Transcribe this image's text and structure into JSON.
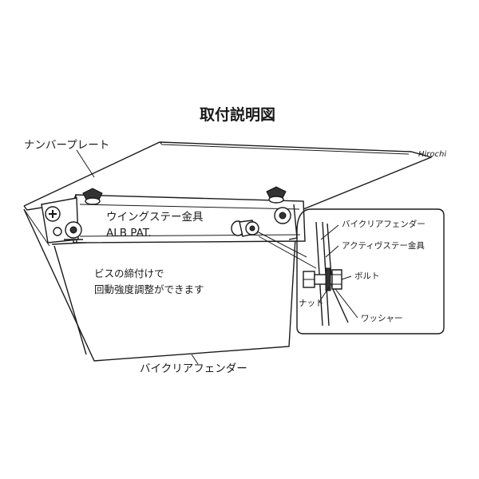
{
  "title": "取付説明図",
  "watermark": "Hirochi",
  "labels": {
    "number_plate": "ナンバープレート",
    "wing_stay_line1": "ウイングステー金具",
    "wing_stay_line2": "ALB PAT.",
    "screw_note_line1": "ビスの締付けで",
    "screw_note_line2": "回動強度調整ができます",
    "fender_main": "バイクリアフェンダー"
  },
  "inset": {
    "fender": "バイクリアフェンダー",
    "active_stay": "アクティヴステー金具",
    "bolt": "ボルト",
    "nut": "ナット",
    "washer": "ワッシャー"
  }
}
